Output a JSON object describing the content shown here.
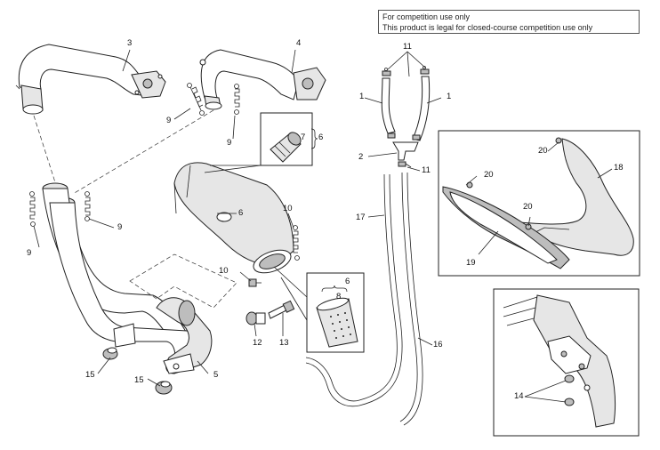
{
  "notice": {
    "line1": "For competition use only",
    "line2": "This product is legal for closed-course competition use only"
  },
  "callouts": [
    {
      "id": "c3",
      "text": "3"
    },
    {
      "id": "c4",
      "text": "4"
    },
    {
      "id": "c11a",
      "text": "11"
    },
    {
      "id": "c1a",
      "text": "1"
    },
    {
      "id": "c1b",
      "text": "1"
    },
    {
      "id": "c9a",
      "text": "9"
    },
    {
      "id": "c9b",
      "text": "9"
    },
    {
      "id": "c7",
      "text": "7"
    },
    {
      "id": "c6a",
      "text": "6"
    },
    {
      "id": "c2",
      "text": "2"
    },
    {
      "id": "c11b",
      "text": "11"
    },
    {
      "id": "c20a",
      "text": "20"
    },
    {
      "id": "c18",
      "text": "18"
    },
    {
      "id": "c20b",
      "text": "20"
    },
    {
      "id": "c20c",
      "text": "20"
    },
    {
      "id": "c17",
      "text": "17"
    },
    {
      "id": "c9c",
      "text": "9"
    },
    {
      "id": "c9d",
      "text": "9"
    },
    {
      "id": "c6b",
      "text": "6"
    },
    {
      "id": "c10a",
      "text": "10"
    },
    {
      "id": "c19",
      "text": "19"
    },
    {
      "id": "c10b",
      "text": "10"
    },
    {
      "id": "c6c",
      "text": "6"
    },
    {
      "id": "c8",
      "text": "8"
    },
    {
      "id": "c12",
      "text": "12"
    },
    {
      "id": "c13",
      "text": "13"
    },
    {
      "id": "c16",
      "text": "16"
    },
    {
      "id": "c14",
      "text": "14"
    },
    {
      "id": "c15a",
      "text": "15"
    },
    {
      "id": "c5",
      "text": "5"
    },
    {
      "id": "c15b",
      "text": "15"
    }
  ]
}
